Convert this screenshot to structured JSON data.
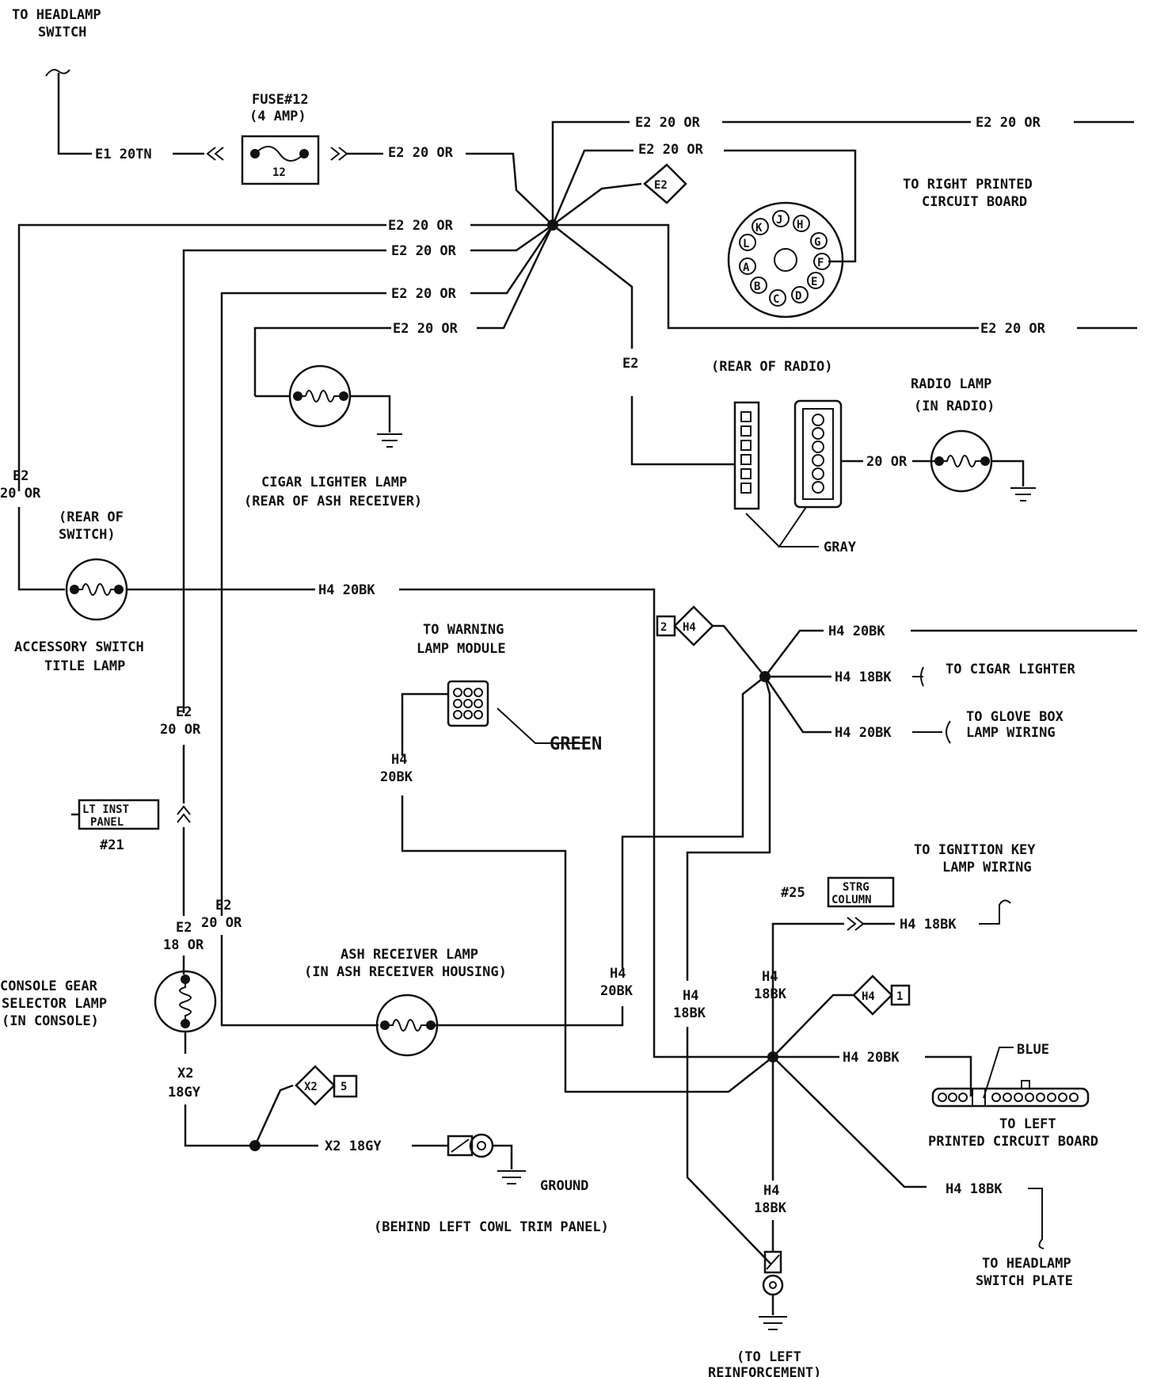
{
  "labels": {
    "headlamp_switch_1": "TO HEADLAMP",
    "headlamp_switch_2": "SWITCH",
    "fuse_1": "FUSE#12",
    "fuse_2": "(4 AMP)",
    "fuse_num": "12",
    "e1": "E1 20TN",
    "e2": "E2 20 OR",
    "e2_short": "E2",
    "e2_2": "20 OR",
    "e2_18": "18 OR",
    "right_pcb_1": "TO RIGHT PRINTED",
    "right_pcb_2": "CIRCUIT BOARD",
    "pcb_pins": [
      "J",
      "H",
      "G",
      "F",
      "E",
      "D",
      "C",
      "B",
      "A",
      "L",
      "K"
    ],
    "rear_radio": "(REAR OF RADIO)",
    "radio_lamp_1": "RADIO LAMP",
    "radio_lamp_2": "(IN RADIO)",
    "gray": "GRAY",
    "cigar_1": "CIGAR LIGHTER LAMP",
    "cigar_2": "(REAR OF ASH RECEIVER)",
    "rear_switch_1": "(REAR OF",
    "rear_switch_2": "SWITCH)",
    "acc_1": "ACCESSORY SWITCH",
    "acc_2": "TITLE LAMP",
    "h4_20": "H4 20BK",
    "h4_18": "H4 18BK",
    "h4": "H4",
    "bk20": "20BK",
    "bk18": "18BK",
    "warn_1": "TO WARNING",
    "warn_2": "LAMP MODULE",
    "green": "GREEN",
    "to_cigar": "TO CIGAR LIGHTER",
    "glove_1": "TO GLOVE BOX",
    "glove_2": "LAMP WIRING",
    "lt_1": "LT INST",
    "lt_2": "PANEL",
    "lt_num": "#21",
    "ign_1": "TO IGNITION KEY",
    "ign_2": "LAMP WIRING",
    "strg_num": "#25",
    "strg_1": "STRG",
    "strg_2": "COLUMN",
    "console_1": "CONSOLE GEAR",
    "console_2": "SELECTOR LAMP",
    "console_3": "(IN CONSOLE)",
    "ash_1": "ASH RECEIVER LAMP",
    "ash_2": "(IN ASH RECEIVER HOUSING)",
    "x2": "X2",
    "gy": "18GY",
    "x2_18": "X2 18GY",
    "ground": "GROUND",
    "cowl": "(BEHIND LEFT COWL TRIM PANEL)",
    "blue": "BLUE",
    "left_pcb_1": "TO LEFT",
    "left_pcb_2": "PRINTED CIRCUIT BOARD",
    "hl_plate_1": "TO HEADLAMP",
    "hl_plate_2": "SWITCH PLATE",
    "reinf_1": "(TO LEFT",
    "reinf_2": "REINFORCEMENT)",
    "diamond_e2": "E2",
    "diamond_h4": "H4",
    "diamond_x2": "X2",
    "num_1": "1",
    "num_2": "2",
    "num_5": "5"
  }
}
